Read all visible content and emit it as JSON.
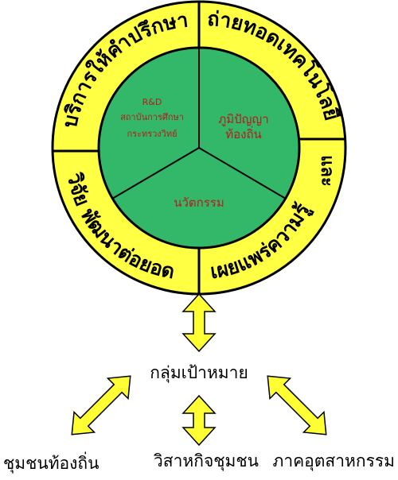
{
  "colors": {
    "ring": "#ffff44",
    "inner": "#33b86a",
    "stroke": "#000000",
    "inner_text": "#b51d1d",
    "arrow": "#ffff33"
  },
  "ring": {
    "top_left": "บริการให้คำปรึกษา",
    "top_right": "ถ่ายทอดเทคโนโลยี",
    "bottom_left": "วิจัย พัฒนาต่อยอด",
    "bottom_right": "เผยแพร่ความรู้",
    "right_edge": "และ"
  },
  "inner": {
    "left_line1": "R&D",
    "left_line2": "สถาบันการศึกษา",
    "left_line3": "กระทรวงวิทย์",
    "right_line1": "ภูมิปัญญา",
    "right_line2": "ท้องถิ่น",
    "bottom": "นวัตกรรม"
  },
  "target": "กลุ่มเป้าหมาย",
  "groups": {
    "community": "ชุมชนท้องถิ่น",
    "enterprise": "วิสาหกิจชุมชน",
    "industry": "ภาคอุตสาหกรรม"
  }
}
